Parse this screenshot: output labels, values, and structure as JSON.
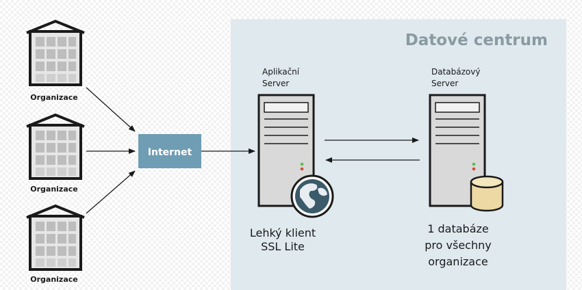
{
  "datacenter": {
    "title": "Datové centrum"
  },
  "organizations": [
    {
      "label": "Organizace"
    },
    {
      "label": "Organizace"
    },
    {
      "label": "Organizace"
    }
  ],
  "internet": {
    "label": "Internet"
  },
  "app_server": {
    "label_line1": "Aplikační",
    "label_line2": "Server",
    "caption_line1": "Lehký klient",
    "caption_line2": "SSL Lite"
  },
  "db_server": {
    "label_line1": "Databázový",
    "label_line2": "Server",
    "caption_line1": "1 databáze",
    "caption_line2": "pro všechny",
    "caption_line3": "organizace"
  },
  "colors": {
    "datacenter_bg": "#dfe9ee",
    "internet_box": "#6f9db3",
    "server_body": "#d9d9d9",
    "led_green": "#5bbf4a",
    "led_red": "#d64a3a",
    "database": "#ecd9a4",
    "globe": "#3b5a6a"
  }
}
